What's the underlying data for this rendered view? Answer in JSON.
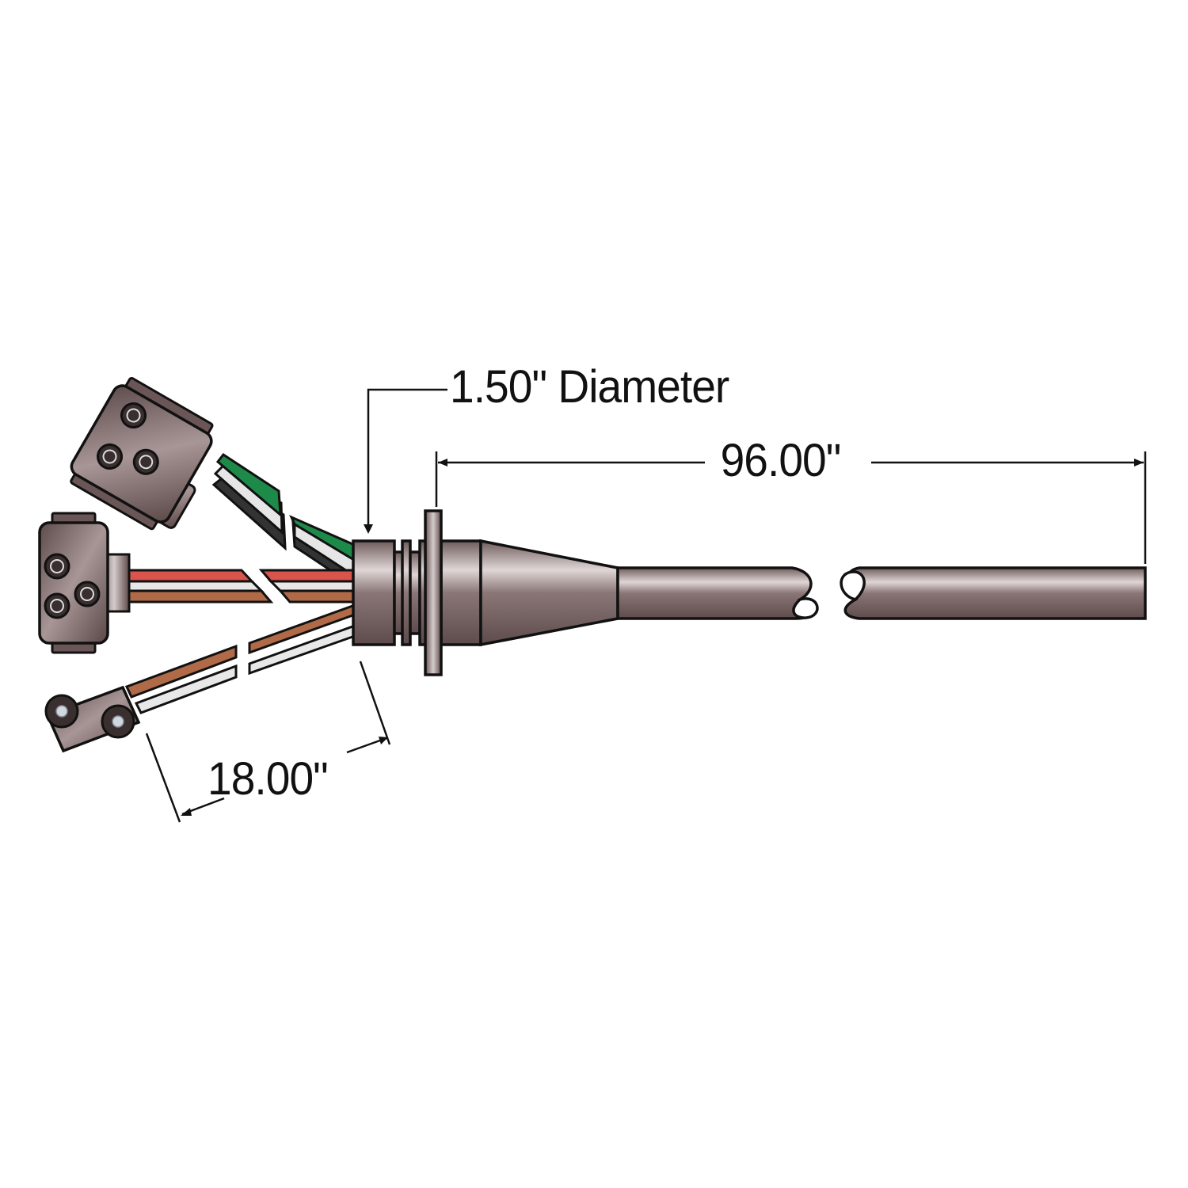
{
  "diagram": {
    "subject": "Wiring harness with bulkhead grommet and three connectors",
    "colors": {
      "housing": "#6e5a5a",
      "housing_highlight": "#d9cfcf",
      "outline": "#111111",
      "wire_green": "#1e8a4a",
      "wire_white": "#e6e6e6",
      "wire_black": "#333333",
      "wire_red": "#d9544a",
      "wire_brown": "#b06a48",
      "background": "#ffffff"
    },
    "dimensions": {
      "diameter": {
        "label": "1.50\" Diameter",
        "value": 1.5,
        "unit": "in"
      },
      "main_cable_length": {
        "label": "96.00\"",
        "value": 96.0,
        "unit": "in"
      },
      "lead_length": {
        "label": "18.00\"",
        "value": 18.0,
        "unit": "in"
      }
    },
    "components": [
      {
        "name": "Upper 3-pin connector",
        "wires": [
          "green",
          "white",
          "black"
        ]
      },
      {
        "name": "Middle 3-pin connector",
        "wires": [
          "red",
          "white",
          "brown"
        ]
      },
      {
        "name": "Lower 2-pin connector",
        "wires": [
          "brown",
          "white"
        ]
      },
      {
        "name": "Grommet / bulkhead fitting"
      },
      {
        "name": "Main jacketed cable"
      }
    ]
  }
}
